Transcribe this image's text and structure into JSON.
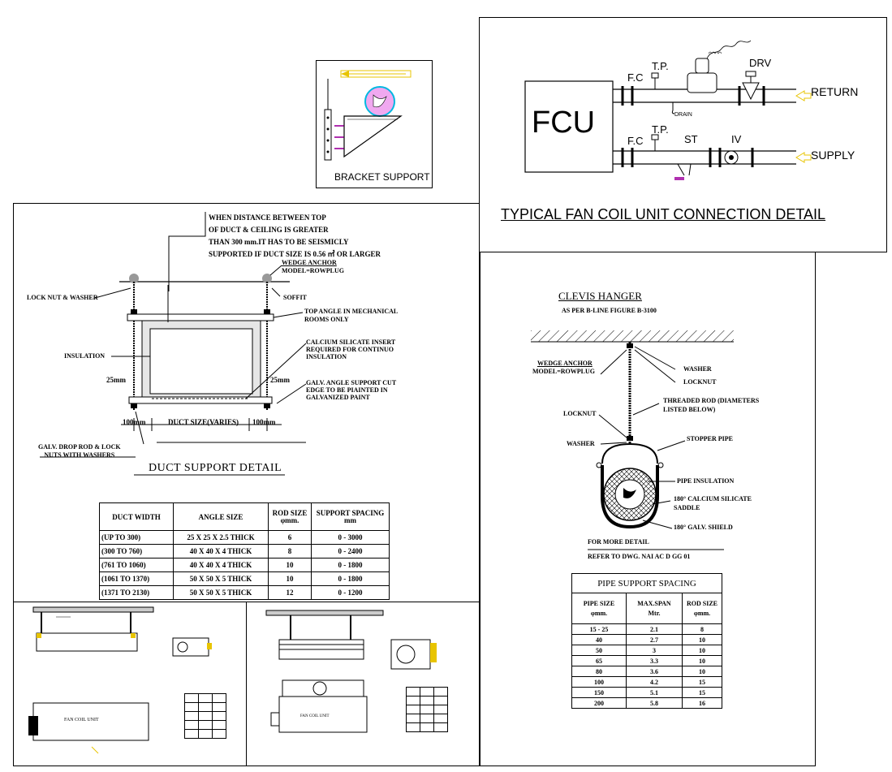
{
  "bracket": {
    "label": "BRACKET SUPPORT"
  },
  "fcu_detail": {
    "box_label": "FCU",
    "title": "TYPICAL FAN COIL UNIT CONNECTION DETAIL",
    "labels": {
      "fc_top": "F.C",
      "fc_bottom": "F.C",
      "tp_top": "T.P.",
      "tp_bottom": "T.P.",
      "drv": "DRV",
      "drain": "DRAIN",
      "st": "ST",
      "iv": "IV",
      "return": "RETURN",
      "supply": "SUPPLY"
    }
  },
  "duct_detail": {
    "title": "DUCT SUPPORT DETAIL",
    "note_lines": [
      "WHEN DISTANCE BETWEEN TOP",
      "OF DUCT & CEILING IS GREATER",
      "THAN 300 mm.IT HAS TO BE SEISMICLY",
      "SUPPORTED IF DUCT SIZE IS 0.56 ㎡  OR LARGER"
    ],
    "labels": {
      "wedge_anchor": "WEDGE ANCHOR",
      "model": "MODEL=ROWPLUG",
      "lock_nut": "LOCK NUT & WASHER",
      "soffit": "SOFFIT",
      "top_angle_1": "TOP ANGLE IN MECHANICAL",
      "top_angle_2": "ROOMS ONLY",
      "calcium_1": "CALCIUM SILICATE INSERT",
      "calcium_2": "REQUIRED FOR CONTINUO",
      "calcium_3": "INSULATION",
      "insulation": "INSULATION",
      "dim_25_left": "25mm",
      "dim_25_right": "25mm",
      "galv_angle_1": "GALV. ANGLE SUPPORT CUT",
      "galv_angle_2": "EDGE TO BE PIAINTED IN",
      "galv_angle_3": "GALVANIZED PAINT",
      "dim_100_left": "100mm",
      "duct_size": "DUCT SIZE(VARIES)",
      "dim_100_right": "100mm",
      "drop_rod_1": "GALV. DROP ROD & LOCK",
      "drop_rod_2": "NUTS WITH WASHERS"
    },
    "table": {
      "headers": [
        "DUCT WIDTH",
        "ANGLE SIZE",
        "ROD SIZE\nφmm.",
        "SUPPORT SPACING\nmm"
      ],
      "rows": [
        [
          "(UP TO 300)",
          "25 X 25 X 2.5 THICK",
          "6",
          "0 - 3000"
        ],
        [
          "(300 TO 760)",
          "40 X 40 X 4 THICK",
          "8",
          "0 - 2400"
        ],
        [
          "(761 TO 1060)",
          "40 X 40 X 4 THICK",
          "10",
          "0 - 1800"
        ],
        [
          "(1061 TO 1370)",
          "50 X 50 X 5 THICK",
          "10",
          "0 - 1800"
        ],
        [
          "(1371 TO 2130)",
          "50 X 50 X 5 THICK",
          "12",
          "0 - 1200"
        ]
      ]
    }
  },
  "clevis": {
    "title": "CLEVIS HANGER",
    "subtitle": "AS PER B-LINE FIGURE B-3100",
    "labels": {
      "wedge_anchor": "WEDGE ANCHOR",
      "model": "MODEL=ROWPLUG",
      "washer_top": "WASHER",
      "locknut_top": "LOCKNUT",
      "threaded_1": "THREADED ROD (DIAMETERS",
      "threaded_2": "LISTED BELOW)",
      "locknut_left": "LOCKNUT",
      "washer_left": "WASHER",
      "stopper": "STOPPER PIPE",
      "pipe_insulation": "PIPE INSULATION",
      "saddle_1": "180° CALCIUM SILICATE",
      "saddle_2": "SADDLE",
      "shield": "180° GALV. SHIELD",
      "more_1": "FOR MORE DETAIL",
      "more_2": "REFER TO DWG. NAI AC D GG 01"
    },
    "table": {
      "title": "PIPE SUPPORT SPACING",
      "headers": [
        "PIPE SIZE\nφmm.",
        "MAX.SPAN\nMtr.",
        "ROD SIZE\nφmm."
      ],
      "rows": [
        [
          "15 - 25",
          "2.1",
          "8"
        ],
        [
          "40",
          "2.7",
          "10"
        ],
        [
          "50",
          "3",
          "10"
        ],
        [
          "65",
          "3.3",
          "10"
        ],
        [
          "80",
          "3.6",
          "10"
        ],
        [
          "100",
          "4.2",
          "15"
        ],
        [
          "150",
          "5.1",
          "15"
        ],
        [
          "200",
          "5.8",
          "16"
        ]
      ]
    }
  },
  "fan_coil": {
    "unit_label_left": "FAN COIL UNIT",
    "unit_label_right": "FAN COIL UNIT"
  }
}
